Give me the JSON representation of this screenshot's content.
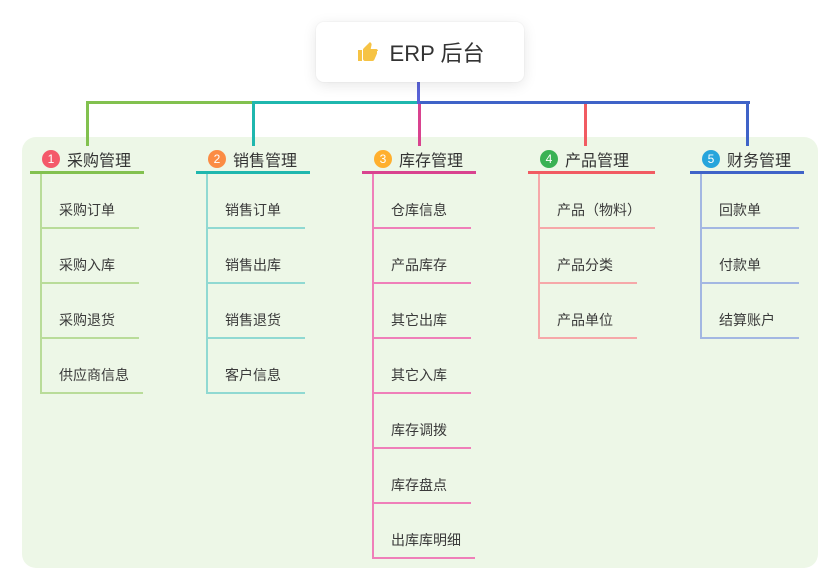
{
  "root": {
    "icon": "thumbs-up",
    "icon_color": "#f6c344",
    "title": "ERP 后台"
  },
  "branches": [
    {
      "num": "1",
      "label": "采购管理",
      "badge_color": "#f4596a",
      "line_color": "#82c14f",
      "soft_color": "#b9dc99",
      "children": [
        "采购订单",
        "采购入库",
        "采购退货",
        "供应商信息"
      ]
    },
    {
      "num": "2",
      "label": "销售管理",
      "badge_color": "#fb8c44",
      "line_color": "#1fb7ae",
      "soft_color": "#90d9d2",
      "children": [
        "销售订单",
        "销售出库",
        "销售退货",
        "客户信息"
      ]
    },
    {
      "num": "3",
      "label": "库存管理",
      "badge_color": "#ffaf2d",
      "line_color": "#d9438f",
      "soft_color": "#ef7fb9",
      "children": [
        "仓库信息",
        "产品库存",
        "其它出库",
        "其它入库",
        "库存调拨",
        "库存盘点",
        "出库库明细"
      ]
    },
    {
      "num": "4",
      "label": "产品管理",
      "badge_color": "#3ab254",
      "line_color": "#f15b62",
      "soft_color": "#f6a8a9",
      "children": [
        "产品（物料）",
        "产品分类",
        "产品单位"
      ]
    },
    {
      "num": "5",
      "label": "财务管理",
      "badge_color": "#27a5dc",
      "line_color": "#3f63c8",
      "soft_color": "#a3b7e2",
      "children": [
        "回款单",
        "付款单",
        "结算账户"
      ]
    }
  ],
  "colors": {
    "root_line": "#5a63d8",
    "panel_bg": "#edf7e7",
    "text": "#333333"
  }
}
